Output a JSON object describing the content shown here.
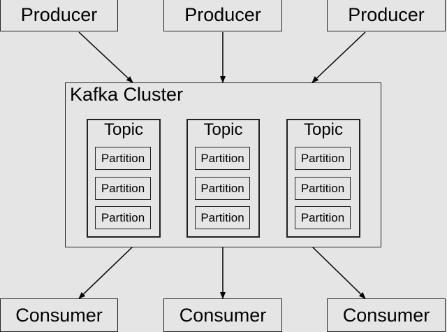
{
  "producers": [
    "Producer",
    "Producer",
    "Producer"
  ],
  "cluster": {
    "title": "Kafka Cluster",
    "topics": [
      {
        "title": "Topic",
        "partitions": [
          "Partition",
          "Partition",
          "Partition"
        ]
      },
      {
        "title": "Topic",
        "partitions": [
          "Partition",
          "Partition",
          "Partition"
        ]
      },
      {
        "title": "Topic",
        "partitions": [
          "Partition",
          "Partition",
          "Partition"
        ]
      }
    ]
  },
  "consumers": [
    "Consumer",
    "Consumer",
    "Consumer"
  ]
}
